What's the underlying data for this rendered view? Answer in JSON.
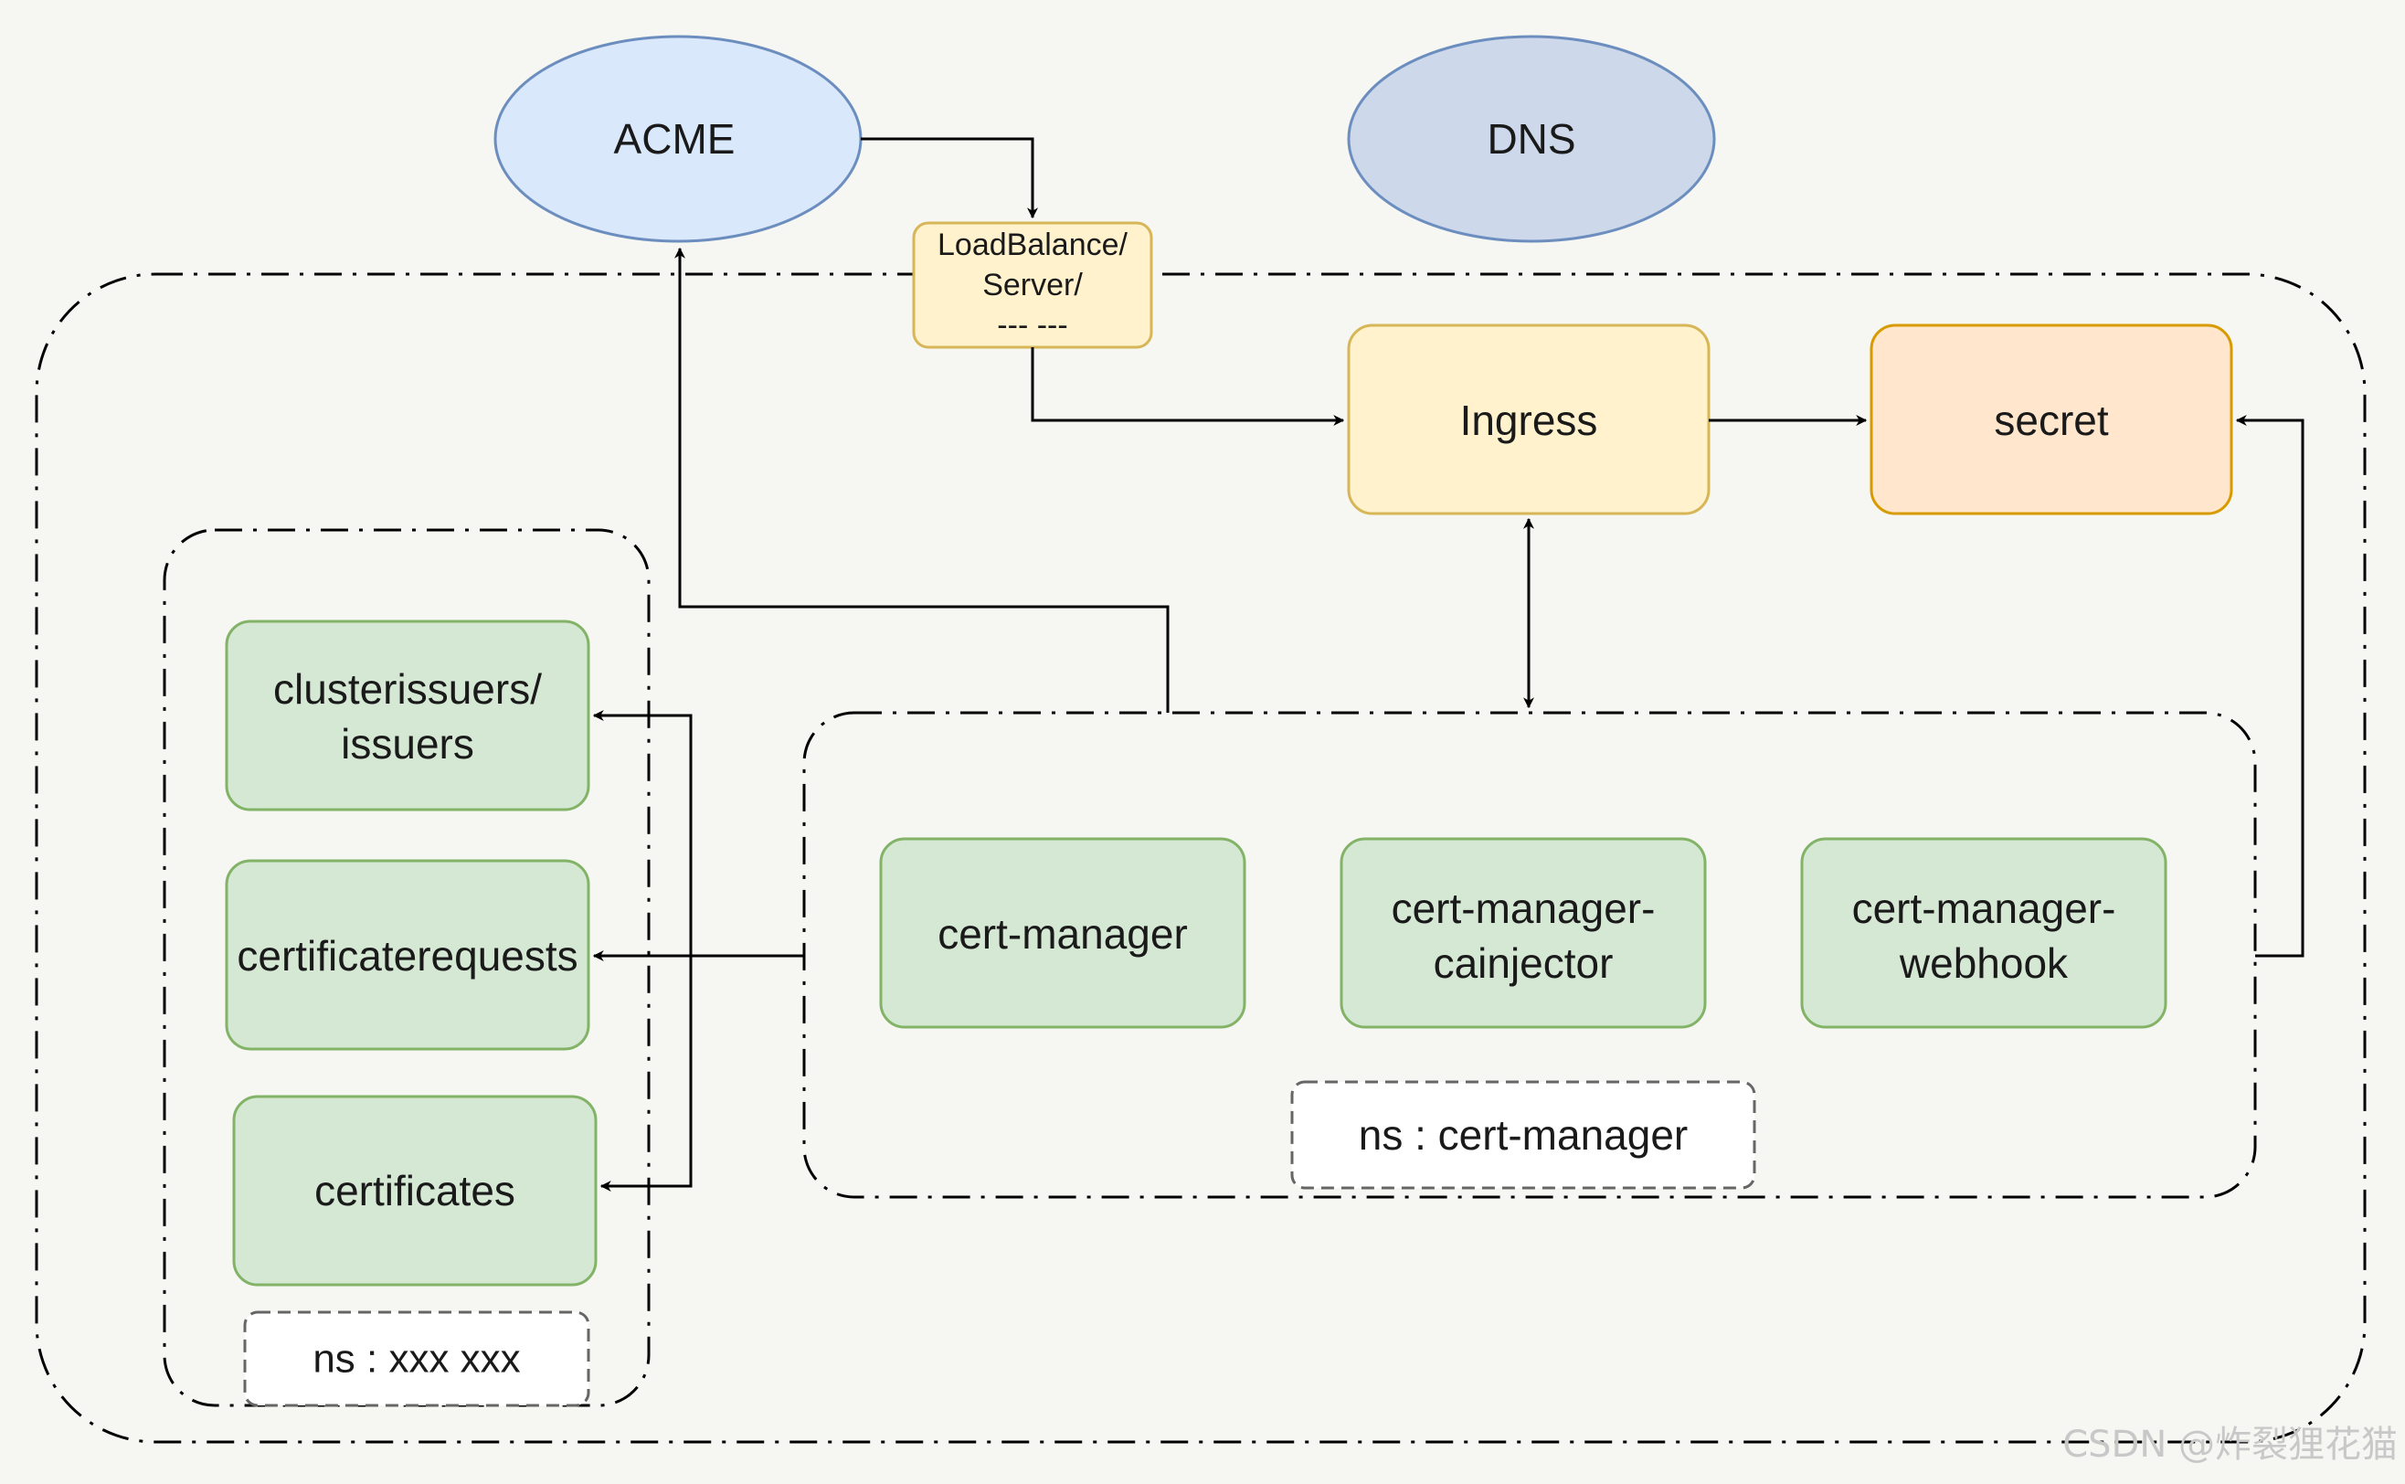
{
  "nodes": {
    "acme": "ACME",
    "dns": "DNS",
    "loadbalance": [
      "LoadBalance/",
      "Server/",
      "--- ---"
    ],
    "ingress": "Ingress",
    "secret": "secret",
    "cert_manager": "cert-manager",
    "cainjector": [
      "cert-manager-",
      "cainjector"
    ],
    "webhook": [
      "cert-manager-",
      "webhook"
    ],
    "ns_cert_manager": "ns : cert-manager",
    "clusterissuers": [
      "clusterissuers/",
      "issuers"
    ],
    "certificaterequests": "certificaterequests",
    "certificates": "certificates",
    "ns_xxx": "ns : xxx xxx"
  },
  "watermark": "CSDN @炸裂狸花猫",
  "colors": {
    "blue_fill": "#dae8fc",
    "blue_stroke": "#6c8ebf",
    "dns_fill": "#cdd9ea",
    "yellow_fill": "#fff2cc",
    "yellow_stroke": "#d6b656",
    "orange_fill": "#ffe6cc",
    "orange_stroke": "#d79b00",
    "green_fill": "#d5e8d4",
    "green_stroke": "#82b366"
  }
}
